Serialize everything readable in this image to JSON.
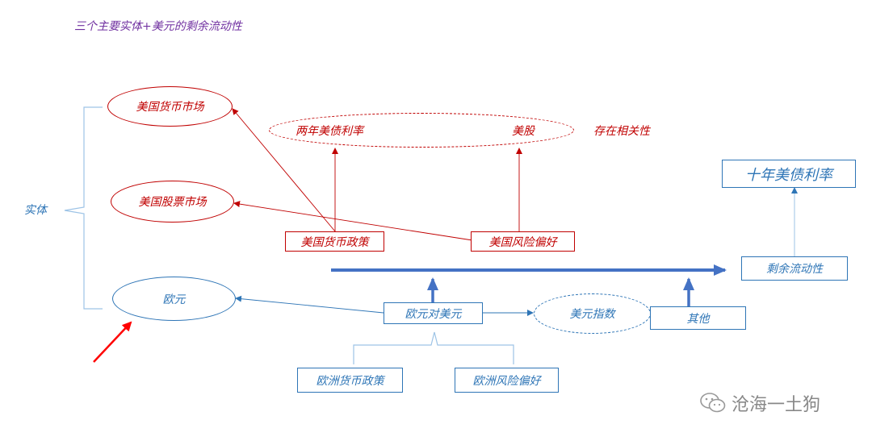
{
  "title": "三个主要实体+美元的剩余流动性",
  "entity_label": "实体",
  "entities": {
    "us_money_market": "美国货币市场",
    "us_stock_market": "美国股票市场",
    "euro": "欧元"
  },
  "correlation": {
    "left": "两年美债利率",
    "right": "美股",
    "note": "存在相关性"
  },
  "us_drivers": {
    "monetary_policy": "美国货币政策",
    "risk_appetite": "美国风险偏好"
  },
  "ten_year_yield": "十年美债利率",
  "residual_liquidity": "剩余流动性",
  "eur_usd": "欧元对美元",
  "dollar_index": "美元指数",
  "others": "其他",
  "eu_drivers": {
    "monetary_policy": "欧洲货币政策",
    "risk_appetite": "欧洲风险偏好"
  },
  "watermark": "沧海一土狗",
  "colors": {
    "red": "#C00000",
    "blue": "#2E75B6",
    "title": "#7030A0",
    "arrow": "#4472C4"
  }
}
